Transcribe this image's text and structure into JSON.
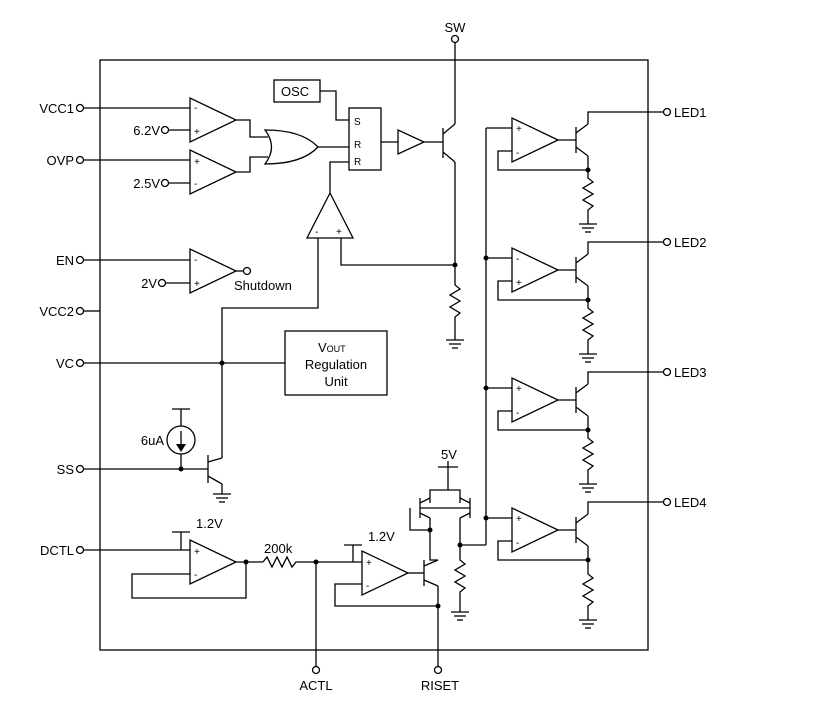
{
  "pins": {
    "sw": "SW",
    "vcc1": "VCC1",
    "ovp": "OVP",
    "en": "EN",
    "vcc2": "VCC2",
    "vc": "VC",
    "ss": "SS",
    "dctl": "DCTL",
    "actl": "ACTL",
    "riset": "RISET",
    "led1": "LED1",
    "led2": "LED2",
    "led3": "LED3",
    "led4": "LED4"
  },
  "references": {
    "v62": "6.2V",
    "v25": "2.5V",
    "v2": "2V",
    "v12_a": "1.2V",
    "v12_b": "1.2V",
    "v5": "5V"
  },
  "blocks": {
    "osc": "OSC",
    "sr_s": "S",
    "sr_r1": "R",
    "sr_r2": "R",
    "vout_v": "V",
    "vout_sub": "OUT",
    "vout_line2": "Regulation",
    "vout_line3": "Unit",
    "shutdown": "Shutdown",
    "resistor_200k": "200k",
    "current_source": "6uA"
  },
  "signs": {
    "plus": "+",
    "minus": "-"
  }
}
